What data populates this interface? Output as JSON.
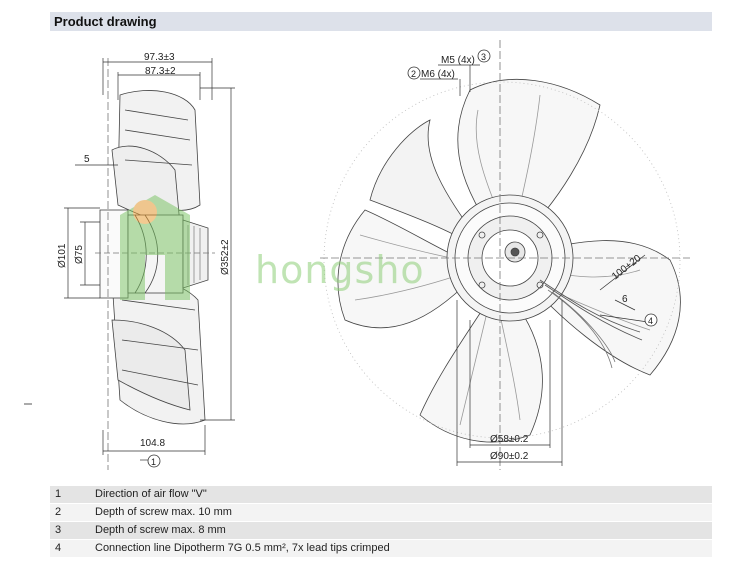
{
  "header": {
    "title": "Product drawing"
  },
  "side_view": {
    "dim_97": "97.3±3",
    "dim_87": "87.3±2",
    "dim_5": "5",
    "dim_101": "Ø101",
    "dim_75": "Ø75",
    "dim_352": "Ø352±2",
    "dim_104": "104.8",
    "callout_1": "1"
  },
  "front_view": {
    "label_m5": "M5 (4x)",
    "callout_3": "3",
    "callout_2": "2",
    "label_m6": "M6 (4x)",
    "dim_100": "100+20",
    "dim_6": "6",
    "callout_4": "4",
    "dim_58": "Ø58±0.2",
    "dim_90": "Ø90±0.2"
  },
  "watermark": "hongsho",
  "legend": [
    {
      "num": "1",
      "text": "Direction of air flow \"V\""
    },
    {
      "num": "2",
      "text": "Depth of screw max. 10 mm"
    },
    {
      "num": "3",
      "text": "Depth of screw max. 8 mm"
    },
    {
      "num": "4",
      "text": "Connection line Dipotherm 7G 0.5 mm², 7x lead tips crimped"
    }
  ]
}
